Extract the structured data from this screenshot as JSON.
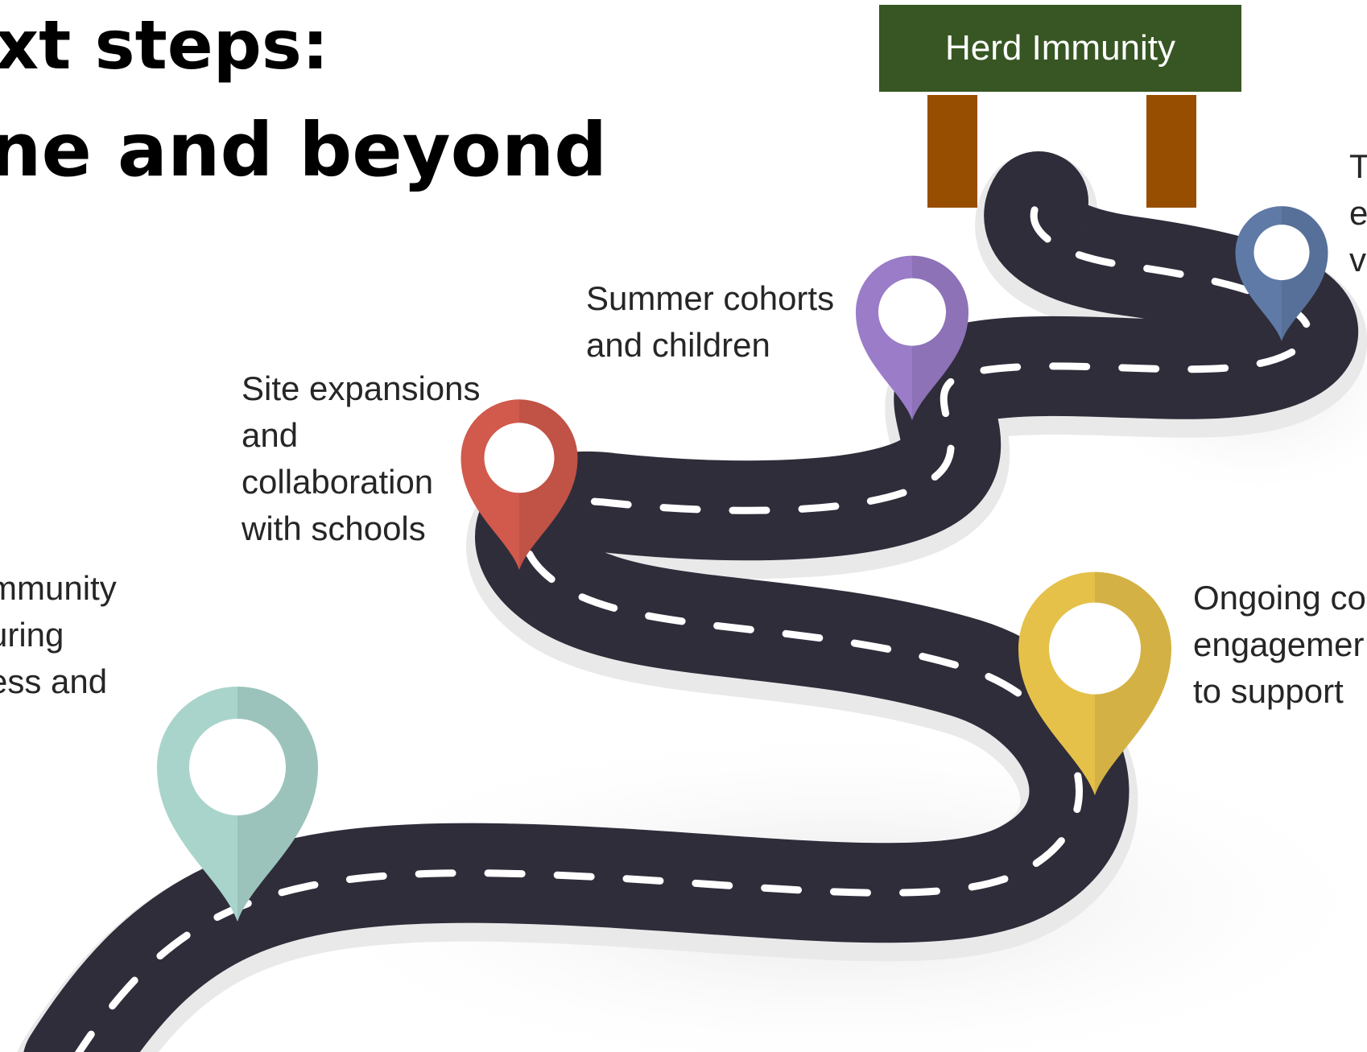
{
  "title": {
    "line1": "xt steps:",
    "line2": "ne and beyond"
  },
  "sign": {
    "label": "Herd Immunity",
    "board_color": "#375623",
    "post_color": "#974e00"
  },
  "milestones": [
    {
      "id": "community",
      "lines": [
        "mmunity",
        "uring",
        "ess and"
      ],
      "pin_color": "#a9d4cc"
    },
    {
      "id": "schools",
      "lines": [
        "Site expansions",
        "and",
        "collaboration",
        "with schools"
      ],
      "pin_color": "#d15a4c"
    },
    {
      "id": "summer",
      "lines": [
        "Summer cohorts",
        "and children"
      ],
      "pin_color": "#9a7cc8"
    },
    {
      "id": "ongoing",
      "lines": [
        "Ongoing co",
        "engagemer",
        "to support"
      ],
      "pin_color": "#e5c14a"
    },
    {
      "id": "top",
      "lines": [
        "Ta",
        "e",
        "va"
      ],
      "pin_color": "#5f7aa6"
    }
  ],
  "road": {
    "asphalt_color": "#2f2d3a",
    "edge_color": "#e9e9ea",
    "lane_color": "#ffffff"
  }
}
